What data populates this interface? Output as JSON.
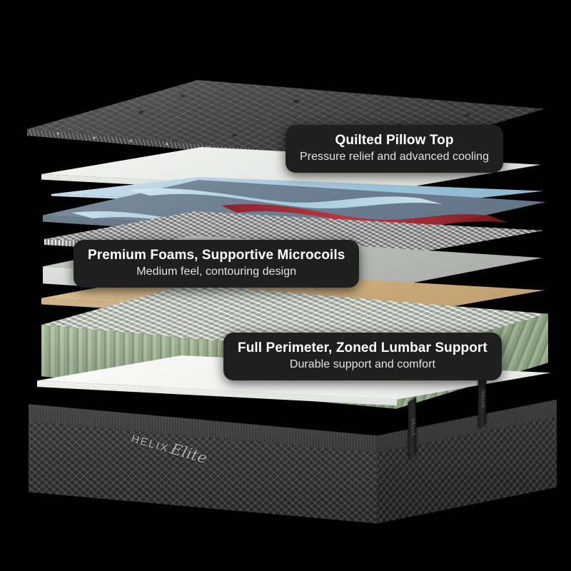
{
  "scene": {
    "title": "Helix Elite mattress exploded layer diagram",
    "background_color": "#000000"
  },
  "brand": {
    "name": "HELIX",
    "sub": "Elite",
    "handle_text": "HELIX"
  },
  "callouts": [
    {
      "title": "Quilted Pillow Top",
      "subtitle": "Pressure relief and advanced cooling",
      "bg_color": "#1f1f1f",
      "title_color": "#ffffff",
      "subtitle_color": "#e2e2e2"
    },
    {
      "title": "Premium Foams, Supportive Microcoils",
      "subtitle": "Medium feel, contouring design",
      "bg_color": "#1f1f1f",
      "title_color": "#ffffff",
      "subtitle_color": "#e2e2e2"
    },
    {
      "title": "Full Perimeter, Zoned Lumbar Support",
      "subtitle": "Durable support and comfort",
      "bg_color": "#1f1f1f",
      "title_color": "#ffffff",
      "subtitle_color": "#e2e2e2"
    }
  ],
  "layers": [
    {
      "name": "quilted-pillow-top",
      "color": "#3a3a3a"
    },
    {
      "name": "white-comfort-foam",
      "color": "#e9ebe7"
    },
    {
      "name": "cooling-sheet",
      "color": "#9dc3d8"
    },
    {
      "name": "gel-memory-foam",
      "color": "#6b7d90"
    },
    {
      "name": "microcoils",
      "color": "#c0c0c0"
    },
    {
      "name": "support-foam",
      "color": "#b4b7b3"
    },
    {
      "name": "transition-foam",
      "color": "#c9a878"
    },
    {
      "name": "pocketed-coils",
      "color": "#a7bc9d"
    },
    {
      "name": "base-sheet",
      "color": "#f1f2f0"
    },
    {
      "name": "mattress-base",
      "color": "#2c2c2c"
    }
  ],
  "accents": {
    "wave_red": "#b8242c",
    "wave_light_blue": "#b9dbe9"
  }
}
